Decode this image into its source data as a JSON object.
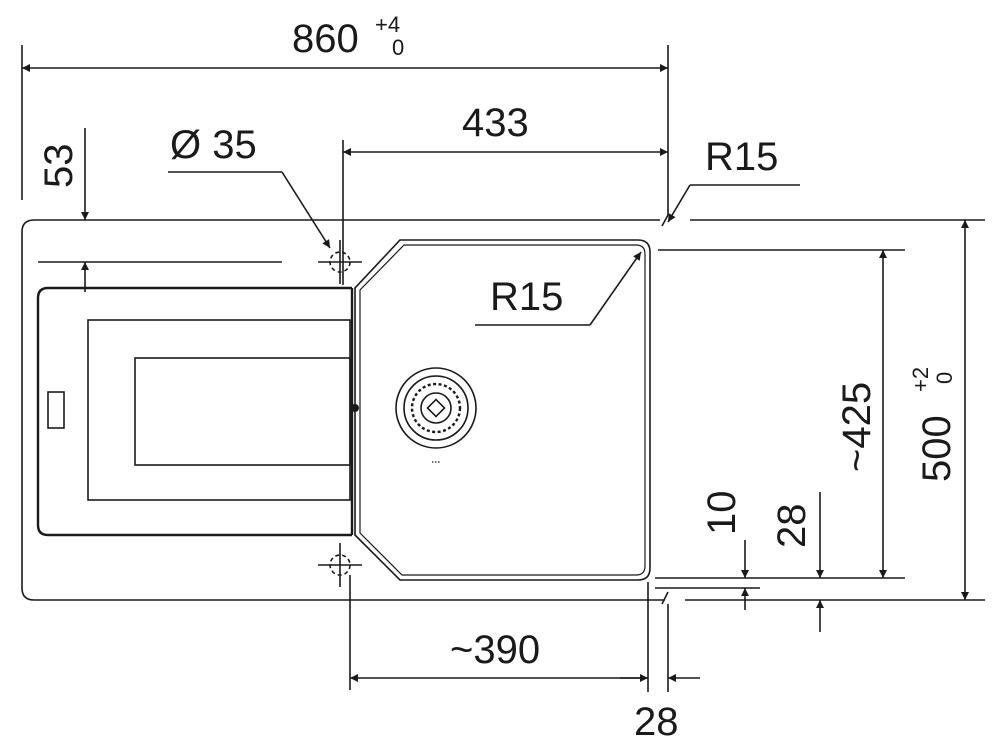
{
  "dimensions": {
    "overall_width": {
      "value": "860",
      "tol_upper": "+4",
      "tol_lower": "0"
    },
    "bowl_offset": {
      "value": "433"
    },
    "tap_hole": {
      "value": "Ø 35"
    },
    "tap_hole_offset": {
      "value": "53"
    },
    "corner_radius_outer": {
      "value": "R15"
    },
    "corner_radius_bowl": {
      "value": "R15"
    },
    "bowl_depth": {
      "value": "~425"
    },
    "overall_depth": {
      "value": "500",
      "tol_upper": "+2",
      "tol_lower": "0"
    },
    "front_edge_10": {
      "value": "10"
    },
    "front_edge_28": {
      "value": "28"
    },
    "bowl_width": {
      "value": "~390"
    },
    "side_edge_28": {
      "value": "28"
    }
  }
}
